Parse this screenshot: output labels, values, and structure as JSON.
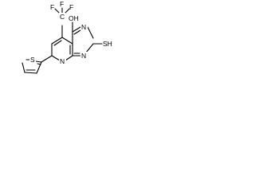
{
  "molecule": {
    "atoms": {
      "n1": "N",
      "n3": "N",
      "n8": "N",
      "s_thiophene": "S",
      "cf3_c": "C",
      "f1": "F",
      "f2": "F",
      "f3": "F",
      "oh": "OH",
      "sh": "SH"
    }
  }
}
